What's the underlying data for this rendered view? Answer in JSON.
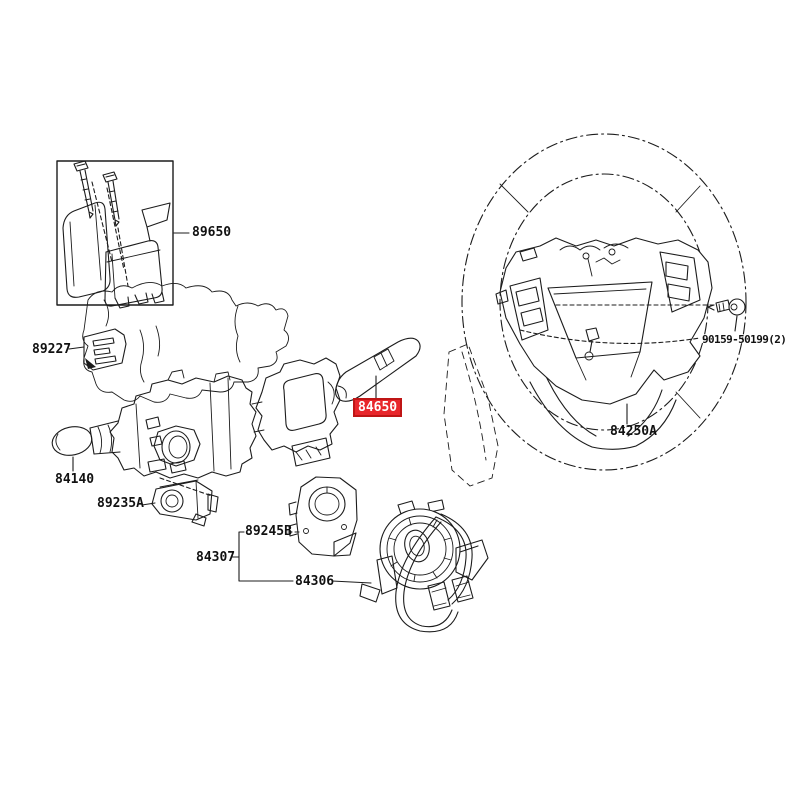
{
  "diagram": {
    "kind": "exploded-parts-line-drawing",
    "highlighted_part": "84650",
    "colors": {
      "background": "#ffffff",
      "line": "#1c1c1c",
      "highlight_bg": "#e8262b",
      "highlight_border": "#bf1515",
      "highlight_text": "#ffffff"
    },
    "labels": [
      {
        "text": "89650",
        "highlighted": false
      },
      {
        "text": "89227",
        "highlighted": false
      },
      {
        "text": "84140",
        "highlighted": false
      },
      {
        "text": "89235A",
        "highlighted": false
      },
      {
        "text": "89245B",
        "highlighted": false
      },
      {
        "text": "84307",
        "highlighted": false
      },
      {
        "text": "84306",
        "highlighted": false
      },
      {
        "text": "84650",
        "highlighted": true
      },
      {
        "text": "84250A",
        "highlighted": false
      },
      {
        "text": "90159-50199(2)",
        "highlighted": false
      }
    ]
  }
}
